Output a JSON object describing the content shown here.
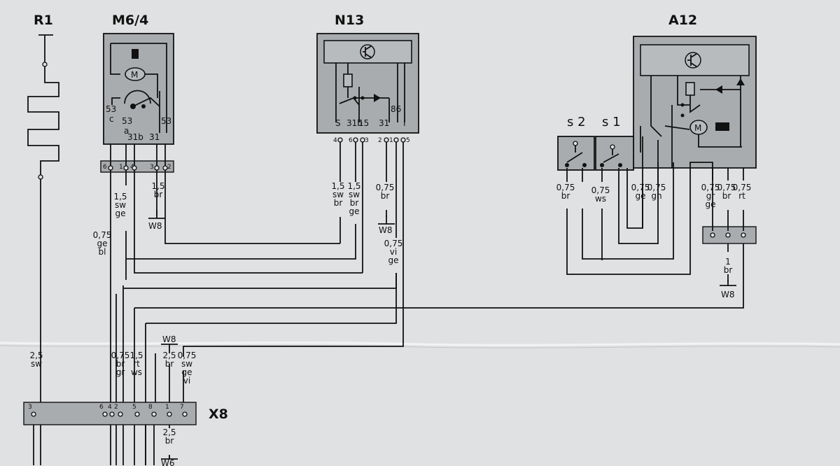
{
  "components": {
    "r1": "R1",
    "m64": "M6/4",
    "n13": "N13",
    "a12": "A12",
    "s2": "s 2",
    "s1": "s 1",
    "x8": "X8"
  },
  "m64_labels": {
    "motor": "M",
    "t53c_num": "53",
    "t53c_sub": "c",
    "t53a_num": "53",
    "t53a_sub": "a",
    "t31b": "31b",
    "t31": "31",
    "t53": "53",
    "p6": "6",
    "p1": "1",
    "p4": "4",
    "p3": "3",
    "p2": "2"
  },
  "n13_labels": {
    "s": "S",
    "t31b": "31b",
    "t15": "15",
    "t31": "31",
    "t86": "86",
    "ti": "I",
    "p4": "4",
    "p6": "6",
    "p3": "3",
    "p2": "2",
    "p1": "1",
    "p5": "5"
  },
  "a12_labels": {
    "motor": "M"
  },
  "wires": {
    "m64_1": [
      "1,5",
      "sw",
      "ge"
    ],
    "m64_2": [
      "1,5",
      "br"
    ],
    "m64_3": [
      "0,75",
      "ge",
      "bl"
    ],
    "n13_1": [
      "1,5",
      "sw",
      "br"
    ],
    "n13_2": [
      "1,5",
      "sw",
      "br",
      "ge"
    ],
    "n13_3": [
      "0,75",
      "br"
    ],
    "n13_4": [
      "0,75",
      "vi",
      "ge"
    ],
    "a12_1": [
      "0,75",
      "br"
    ],
    "a12_2": [
      "0,75",
      "ws"
    ],
    "a12_3": [
      "0,75",
      "ge"
    ],
    "a12_4": [
      "0,75",
      "gn"
    ],
    "a12_5": [
      "0,75",
      "gr",
      "ge"
    ],
    "a12_6": [
      "0,75",
      "br"
    ],
    "a12_7": [
      "0,75",
      "rt"
    ],
    "a12_8": [
      "1",
      "br"
    ],
    "r1_w": [
      "2,5",
      "sw"
    ],
    "x8_a": [
      "0,75",
      "br",
      "gr"
    ],
    "x8_b": [
      "1,5",
      "rt",
      "ws"
    ],
    "x8_c": [
      "2,5",
      "br"
    ],
    "x8_d": [
      "0,75",
      "sw",
      "ge",
      "vi"
    ],
    "x8_e": [
      "2,5",
      "br"
    ]
  },
  "grounds": {
    "g1": "W8",
    "g2": "W8",
    "g3": "W8",
    "g4": "W8",
    "g5": "W6"
  },
  "x8_pins": {
    "p3": "3",
    "p6": "6",
    "p4": "4",
    "p2": "2",
    "p5": "5",
    "p8": "8",
    "p1": "1",
    "p7": "7"
  }
}
